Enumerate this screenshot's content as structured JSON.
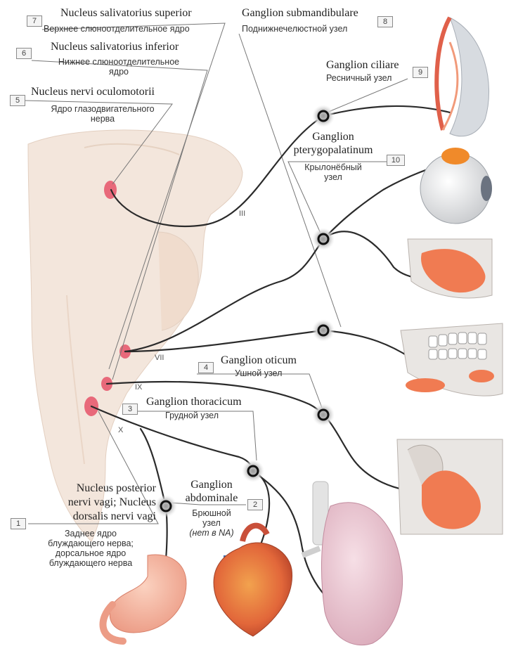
{
  "labels": {
    "n7": {
      "num": "7",
      "latin": "Nucleus salivatorius superior",
      "russian": "Верхнее слюноотделительное ядро"
    },
    "n6": {
      "num": "6",
      "latin": "Nucleus salivatorius inferior",
      "russian_1": "Нижнее слюноотделительное",
      "russian_2": "ядро"
    },
    "n5": {
      "num": "5",
      "latin": "Nucleus nervi oculomotorii",
      "russian_1": "Ядро глазодвигательного",
      "russian_2": "нерва"
    },
    "n8": {
      "num": "8",
      "latin": "Ganglion submandibulare",
      "russian": "Поднижнечелюстной узел"
    },
    "n9": {
      "num": "9",
      "latin": "Ganglion ciliare",
      "russian": "Ресничный узел"
    },
    "n10": {
      "num": "10",
      "latin_1": "Ganglion",
      "latin_2": "pterygopalatinum",
      "russian_1": "Крылонёбный",
      "russian_2": "узел"
    },
    "n4": {
      "num": "4",
      "latin": "Ganglion oticum",
      "russian": "Ушной узел"
    },
    "n3": {
      "num": "3",
      "latin": "Ganglion thoracicum",
      "russian": "Грудной узел"
    },
    "n2": {
      "num": "2",
      "latin_1": "Ganglion",
      "latin_2": "abdominale",
      "russian_1": "Брюшной",
      "russian_2": "узел",
      "russian_3": "(нет в NA)"
    },
    "n1": {
      "num": "1",
      "latin_1": "Nucleus posterior",
      "latin_2": "nervi vagi; Nucleus",
      "latin_3": "dorsalis nervi vagi",
      "russian_1": "Заднее ядро",
      "russian_2": "блуждающего нерва;",
      "russian_3": "дорсальное ядро",
      "russian_4": "блуждающего нерва"
    }
  },
  "nerves": {
    "iii": "III",
    "vii": "VII",
    "ix": "IX",
    "x": "X"
  },
  "colors": {
    "nucleus": "#e8697a",
    "nerve": "#2b2b2b",
    "organ": "#f08a60",
    "brainstem": "#f3e6dc",
    "ganglion_halo": "#cfcfcf",
    "leader": "#777777"
  }
}
